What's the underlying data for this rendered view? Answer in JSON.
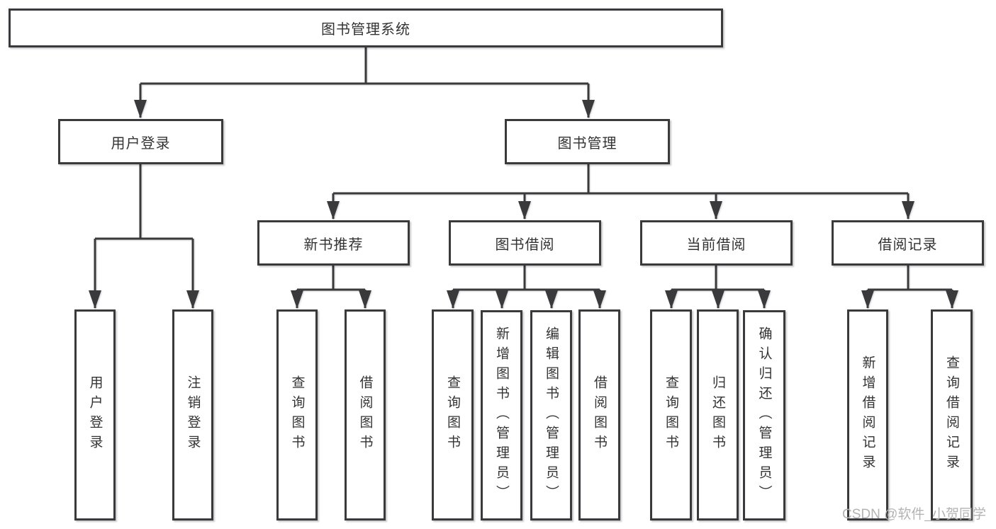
{
  "watermark": "CSDN @软件_小贺同学",
  "colors": {
    "border": "#3a3a3c",
    "text": "#333333",
    "watermark": "#b3b3b3"
  },
  "tree": {
    "root": {
      "label": "图书管理系统"
    },
    "branches": [
      {
        "label": "用户登录",
        "children": [
          "用户登录",
          "注销登录"
        ]
      },
      {
        "label": "图书管理",
        "groups": [
          {
            "label": "新书推荐",
            "children": [
              "查询图书",
              "借阅图书"
            ]
          },
          {
            "label": "图书借阅",
            "children": [
              "查询图书",
              "新增图书（管理员）",
              "编辑图书（管理员）",
              "借阅图书"
            ]
          },
          {
            "label": "当前借阅",
            "children": [
              "查询图书",
              "归还图书",
              "确认归还（管理员）"
            ]
          },
          {
            "label": "借阅记录",
            "children": [
              "新增借阅记录",
              "查询借阅记录"
            ]
          }
        ]
      }
    ]
  }
}
